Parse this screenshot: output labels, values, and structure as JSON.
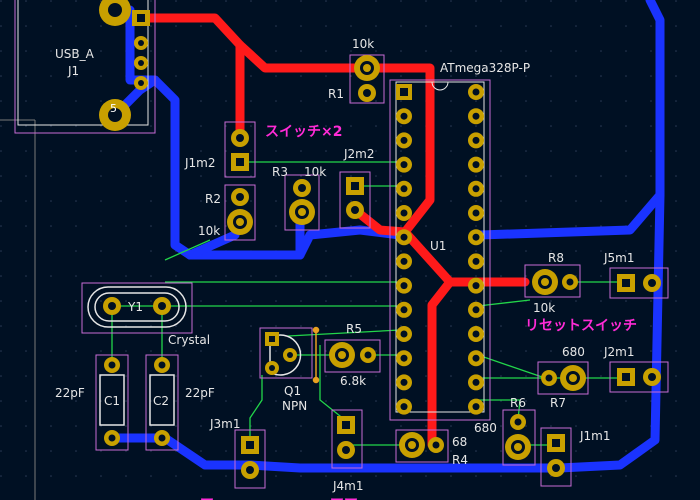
{
  "board": {
    "components": {
      "usb": {
        "ref": "J1",
        "value": "USB_A",
        "pin_labels": [
          "5"
        ]
      },
      "mcu": {
        "ref": "U1",
        "value": "ATmega328P-P"
      },
      "r1": {
        "ref": "R1",
        "value": "10k"
      },
      "r2": {
        "ref": "R2",
        "value": "10k"
      },
      "r3": {
        "ref": "R3",
        "value": "10k"
      },
      "r4": {
        "ref": "R4",
        "value": "68"
      },
      "r5": {
        "ref": "R5",
        "value": "6.8k"
      },
      "r6": {
        "ref": "R6",
        "value": "680"
      },
      "r7": {
        "ref": "R7",
        "value": "680"
      },
      "r8": {
        "ref": "R8",
        "value": "10k"
      },
      "y1": {
        "ref": "Y1",
        "value": "Crystal"
      },
      "c1": {
        "ref": "C1",
        "value": "22pF"
      },
      "c2": {
        "ref": "C2",
        "value": "22pF"
      },
      "q1": {
        "ref": "Q1",
        "value": "NPN"
      },
      "j1m2": {
        "ref": "J1m2"
      },
      "j2m2": {
        "ref": "J2m2"
      },
      "j3m1": {
        "ref": "J3m1"
      },
      "j4m1": {
        "ref": "J4m1"
      },
      "j5m1": {
        "ref": "J5m1"
      },
      "j1m1": {
        "ref": "J1m1"
      },
      "j2m1": {
        "ref": "J2m1"
      }
    },
    "annotations": {
      "switch_x2": "スイッチ×2",
      "reset_switch": "リセットスイッチ"
    },
    "colors": {
      "background": "#001023",
      "front_copper": "#ff1a1a",
      "back_copper": "#1a33ff",
      "ratsnest": "#22d64a",
      "pad": "#c8a000",
      "courtyard": "#c86bd6",
      "silkscreen": "#e6e6e6",
      "annotation": "#ff2bd6"
    }
  }
}
